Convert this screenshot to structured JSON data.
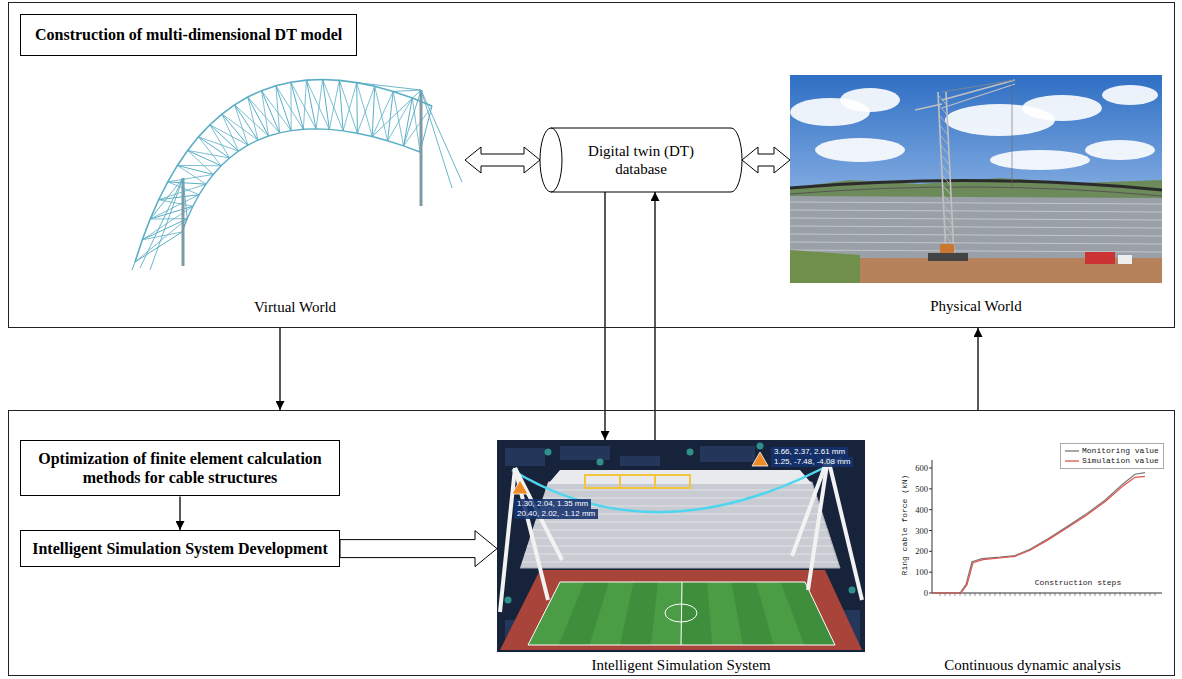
{
  "diagram": {
    "nodes": [
      {
        "text": []
      },
      {
        "text": [
          "Construction of multi-dimensional DT model"
        ],
        "in": 0
      },
      {
        "text": [
          "Virtual World"
        ],
        "in": 0
      },
      {
        "text": [
          "Digital twin (DT) database"
        ],
        "in": 0
      },
      {
        "text": [
          "Physical World"
        ],
        "in": 0
      },
      {
        "text": []
      },
      {
        "text": [
          "Optimization of finite element calculation methods for cable structures"
        ],
        "in": 5
      },
      {
        "text": [
          "Intelligent Simulation System Development"
        ],
        "in": 5
      },
      {
        "text": [
          "Intelligent Simulation System"
        ],
        "in": 5
      },
      {
        "text": [
          "Continuous dynamic analysis"
        ],
        "in": 5
      }
    ],
    "edges": [
      {
        "from": 2,
        "to": 3,
        "arrow": "both"
      },
      {
        "from": 3,
        "to": 4,
        "arrow": "both"
      },
      {
        "from": 0,
        "to": 5,
        "arrow": "to"
      },
      {
        "from": 3,
        "to": 8,
        "arrow": "to"
      },
      {
        "from": 8,
        "to": 3,
        "arrow": "to"
      },
      {
        "from": 5,
        "to": 0,
        "arrow": "to"
      },
      {
        "from": 6,
        "to": 7,
        "arrow": "to"
      },
      {
        "from": 7,
        "to": 8,
        "arrow": "to"
      }
    ],
    "labels": [
      "1.30, 2.04, 1.35 mm",
      "20.40, 2.02, -1.12 mm",
      "3.66, 2.37, 2.61 mm",
      "1.25, -7.48, -4.08 mm",
      "Ring cable force (kN)",
      "Construction steps",
      "0",
      "100",
      "200",
      "300",
      "400",
      "500",
      "600"
    ],
    "legend": [
      {
        "text": "Monitoring value"
      },
      {
        "text": "Simulation value"
      }
    ]
  }
}
